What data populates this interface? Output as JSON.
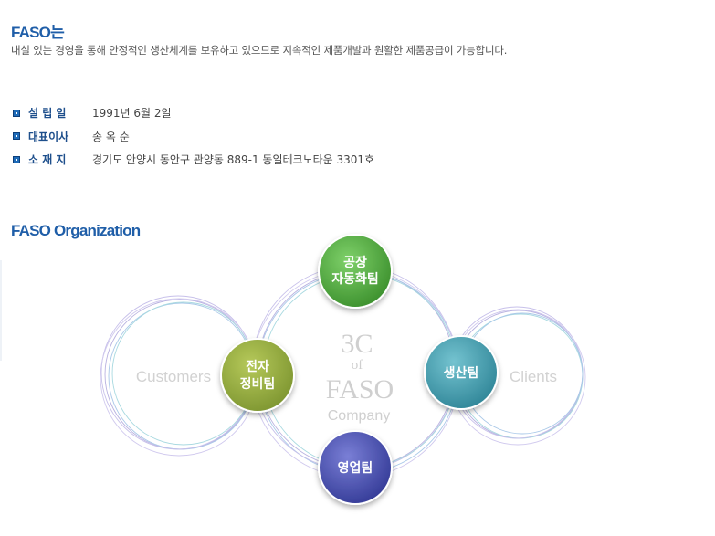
{
  "header": {
    "title": "FASO는"
  },
  "intro": {
    "text": "내실 있는 경영을 통해 안정적인 생산체계를 보유하고 있으므로 지속적인 제품개발과 원활한 제품공급이 가능합니다."
  },
  "info": [
    {
      "label": "설 립 일",
      "value": "1991년 6월 2일"
    },
    {
      "label": "대표이사",
      "value": "송 옥 순"
    },
    {
      "label": "소 재 지",
      "value": "경기도 안양시 동안구 관양동 889-1 동일테크노타운 3301호"
    }
  ],
  "organization": {
    "title": "FASO Organization",
    "center": {
      "line1": "3C",
      "line2": "of",
      "line3": "FASO",
      "line4": "Company"
    },
    "left_label": "Customers",
    "right_label": "Clients",
    "teams": [
      {
        "line1": "공장",
        "line2": "자동화팀",
        "color": "#4aa33a"
      },
      {
        "line1": "전자",
        "line2": "정비팀",
        "color": "#8fa83a"
      },
      {
        "line1": "생산팀",
        "line2": "",
        "color": "#3f9db0"
      },
      {
        "line1": "영업팀",
        "line2": "",
        "color": "#4a4aa8"
      }
    ]
  }
}
